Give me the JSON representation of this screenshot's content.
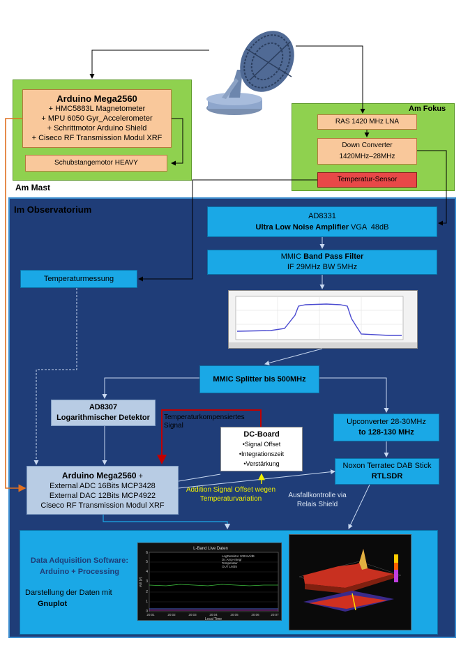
{
  "mast": {
    "label": "Am Mast",
    "arduino_title": "Arduino Mega2560",
    "arduino_lines": [
      "+ HMC5883L Magnetometer",
      "+ MPU 6050 Gyr_Accelerometer",
      "+ Schrittmotor Arduino Shield",
      "+ Ciseco RF Transmission Modul XRF"
    ],
    "motor": "Schubstangemotor HEAVY"
  },
  "focus": {
    "label": "Am Fokus",
    "lna": "RAS 1420 MHz LNA",
    "down_title": "Down Converter",
    "down_range": "1420MHz–28MHz",
    "temp_sensor": "Temperatur-Sensor"
  },
  "obs": {
    "label": "Im Observatorium",
    "ad8331_title": "AD8331",
    "ad8331_bold": "Ultra Low Noise Amplifier",
    "ad8331_rest": " VGA  48dB",
    "bpf_pre": "MMIC ",
    "bpf_bold": "Band Pass Filter",
    "bpf_line2": "IF 29MHz BW 5MHz",
    "temp_measure": "Temperaturmessung",
    "splitter": "MMIC Splitter bis 500MHz",
    "ad8307_title": "AD8307",
    "ad8307_sub": "Logarithmischer Detektor",
    "temp_comp": "Temperaturkompensiertes Signal",
    "dc_title": "DC-Board",
    "dc_items": [
      "•Signal Offset",
      "•Integrationszeit",
      "•Verstärkung"
    ],
    "upconv_l1": "Upconverter 28-30MHz",
    "upconv_l2": "to 128-130 MHz",
    "noxon_l1": "Noxon Terratec DAB Stick",
    "noxon_l2": "RTLSDR",
    "mega_title": "Arduino Mega2560",
    "mega_plus": " +",
    "mega_lines": [
      "External ADC  16Bits MCP3428",
      "External DAC 12Bits MCP4922",
      "Ciseco RF Transmission Modul XRF"
    ],
    "addition": "Addition Signal Offset wegen Temperaturvariation",
    "ausfall": "Ausfallkontrolle via Relais Shield",
    "daq_l1": "Data Adquisition Software:",
    "daq_l2": "Arduino + Processing",
    "gnu_l1": "Darstellung der Daten mit",
    "gnu_l2": "Gnuplot"
  },
  "plot": {
    "title": "L-Band Live Daten",
    "legend": [
      "LogDetektor 100mV/dB",
      "Dc Amp-Integr",
      "Temperatur",
      "OUT LM35"
    ],
    "yticks": [
      "0",
      "1",
      "2",
      "3",
      "4",
      "5",
      "6"
    ],
    "xticks": [
      "20:01",
      "20:02",
      "20:03",
      "20:04",
      "20:05",
      "20:06",
      "20:07"
    ],
    "xlabel": "Local Time",
    "ylabel": "Volt [V]"
  },
  "colors": {
    "background_obs": "#1f3d78",
    "green": "#8fd14f",
    "orange_line": "#e07020",
    "red_line": "#c00000",
    "yellow_line": "#f0f000",
    "temp_sensor": "#e84848"
  }
}
